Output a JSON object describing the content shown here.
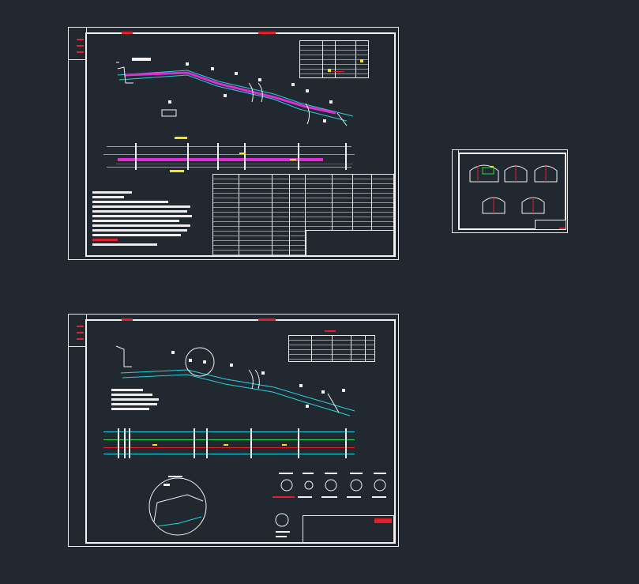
{
  "canvas": {
    "background": "#212830"
  },
  "colors": {
    "frame": "#f2f2f2",
    "accent_red": "#e0202a",
    "highlight_yellow": "#f7e21b",
    "guide_cyan": "#24d3e0",
    "route_magenta": "#e02bd6",
    "axis_green": "#2bd94a"
  },
  "sheets": [
    {
      "id": "sheet-1",
      "label": "",
      "title_block": {
        "drawing_title": "",
        "drawing_number": ""
      }
    },
    {
      "id": "sheet-2",
      "label": "",
      "title_block": {
        "drawing_title": "",
        "drawing_number": ""
      }
    },
    {
      "id": "sheet-3",
      "label": "",
      "title_block": {
        "drawing_title": "",
        "drawing_number": ""
      }
    }
  ]
}
